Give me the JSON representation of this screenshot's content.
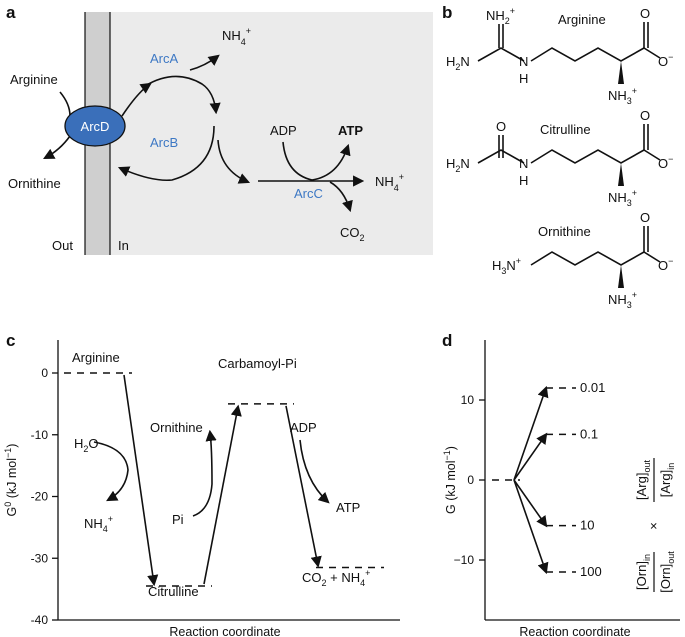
{
  "panel_labels": {
    "a": "a",
    "b": "b",
    "c": "c",
    "d": "d"
  },
  "panel_a": {
    "arcd": "ArcD",
    "arca": "ArcA",
    "arcb": "ArcB",
    "arcc": "ArcC",
    "arginine": "Arginine",
    "ornithine": "Ornithine",
    "nh4_top": "NH",
    "nh4_right": "NH",
    "nh4_sub": "4",
    "nh4_sup": "+",
    "adp": "ADP",
    "atp": "ATP",
    "co2": "CO",
    "co2_sub": "2",
    "out": "Out",
    "in": "In",
    "colors": {
      "membrane": "#cfcfcf",
      "cell": "#ebebeb",
      "arcd_fill": "#3a6fba",
      "enzyme_text": "#3d78c4"
    }
  },
  "panel_b": {
    "arginine": "Arginine",
    "citrulline": "Citrulline",
    "ornithine": "Ornithine",
    "nh2plus": "NH",
    "h2n": "H",
    "n": "N",
    "h": "H",
    "o": "O",
    "ominus": "O",
    "nh3plus": "NH",
    "h3nplus": "H",
    "sub2": "2",
    "sub3": "3",
    "plus": "+",
    "minus": "−",
    "n_end": "N"
  },
  "panel_c": {
    "y_axis_label": "G",
    "y_axis_sup": "0",
    "y_axis_unit": " (kJ mol",
    "y_axis_unit_sup": "−1",
    "y_axis_close": ")",
    "x_axis_label": "Reaction coordinate",
    "y_ticks": [
      "0",
      "-10",
      "-20",
      "-30",
      "-40"
    ],
    "arginine": "Arginine",
    "citrulline": "Citrulline",
    "carbamoyl": "Carbamoyl-Pi",
    "h2o": "H",
    "h2o_o": "O",
    "nh4": "NH",
    "ornithine": "Ornithine",
    "pi": "Pi",
    "adp": "ADP",
    "atp": "ATP",
    "co2nh4": "CO",
    "co2nh4_mid": " + NH",
    "levels": {
      "arginine": 0,
      "citrulline": -34.5,
      "carbamoyl_pi": -5,
      "co2_nh4": -31.5
    }
  },
  "panel_d": {
    "y_axis_label": "G (kJ mol",
    "y_axis_sup": "−1",
    "y_axis_close": ")",
    "x_axis_label": "Reaction coordinate",
    "y_ticks": [
      "10",
      "0",
      "−10"
    ],
    "ratios": [
      "0.01",
      "0.1",
      "10",
      "100"
    ],
    "orn": "[Orn]",
    "arg": "[Arg]",
    "sub_in": "in",
    "sub_out": "out",
    "times": "×",
    "levels": {
      "0.01": 11.5,
      "0.1": 5.7,
      "10": -5.7,
      "100": -11.5
    }
  }
}
